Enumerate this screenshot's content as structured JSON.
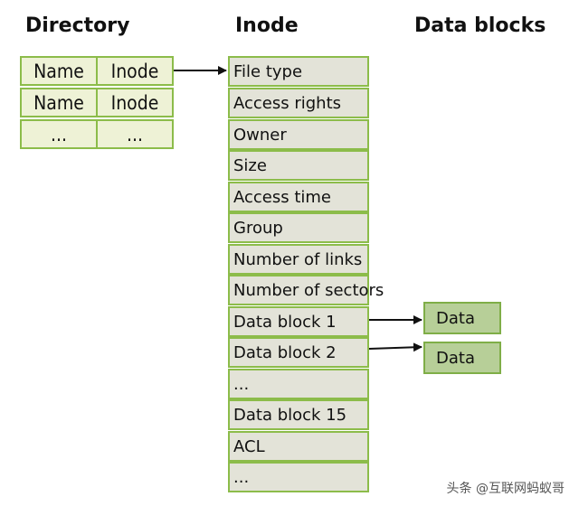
{
  "headings": {
    "directory": "Directory",
    "inode": "Inode",
    "data_blocks": "Data blocks"
  },
  "directory": {
    "rows": [
      [
        "Name",
        "Inode"
      ],
      [
        "Name",
        "Inode"
      ],
      [
        "...",
        "..."
      ]
    ]
  },
  "inode_fields": [
    "File type",
    "Access rights",
    "Owner",
    "Size",
    "Access time",
    "Group",
    "Number of links",
    "Number of sectors",
    "Data block 1",
    "Data block 2",
    "...",
    "Data block 15",
    "ACL",
    "..."
  ],
  "data_blocks": [
    "Data",
    "Data"
  ],
  "watermark": "头条 @互联网蚂蚁哥",
  "colors": {
    "border_green": "#8cbc4a",
    "directory_fill": "#eef2d6",
    "inode_fill": "#e3e3d8",
    "data_fill": "#b7cf98"
  }
}
